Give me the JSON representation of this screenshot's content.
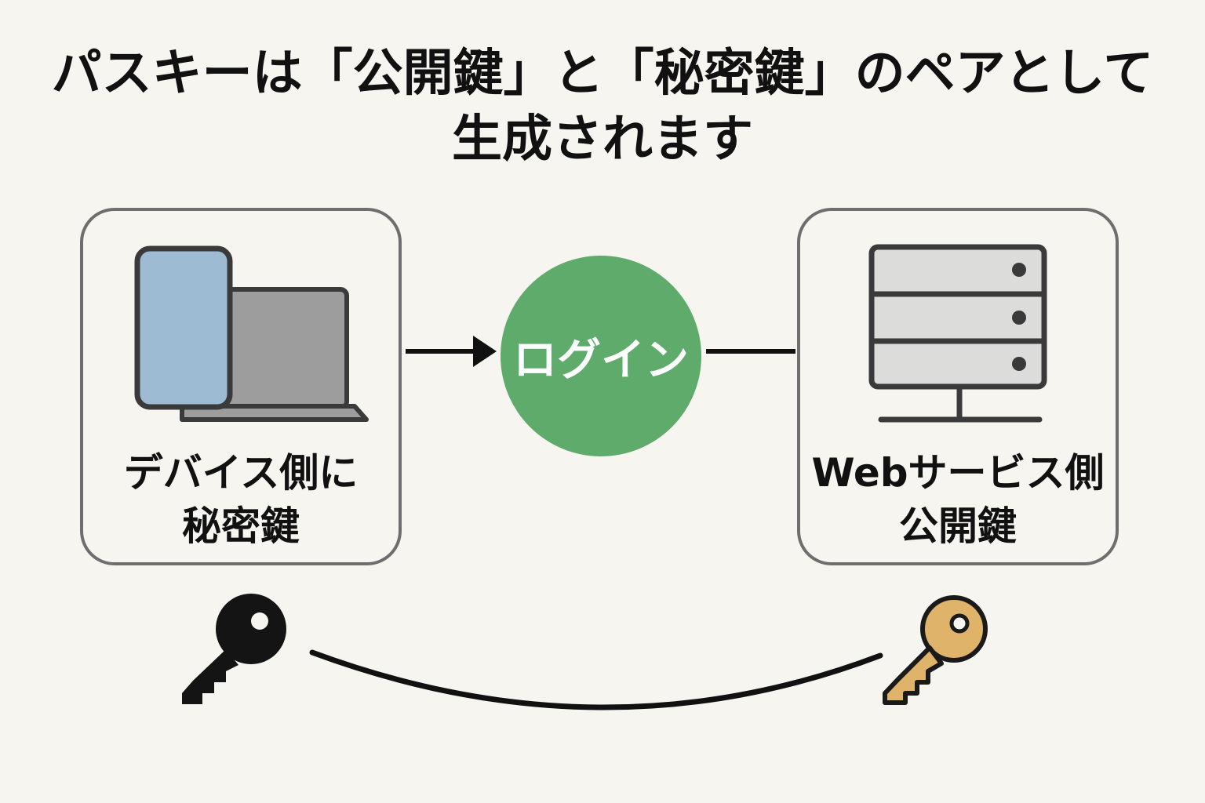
{
  "title": {
    "line1": "パスキーは「公開鍵」と「秘密鍵」のペアとして",
    "line2": "生成されます"
  },
  "device_box": {
    "label_line1": "デバイス側に",
    "label_line2": "秘密鍵",
    "icon": "smartphone-laptop-icon"
  },
  "login": {
    "label": "ログイン",
    "color": "#5eab6c"
  },
  "server_box": {
    "label_line1": "Webサービス側",
    "label_line2": "公開鍵",
    "icon": "server-icon"
  },
  "keys": {
    "private_key_icon": "black-key-icon",
    "private_key_color": "#141414",
    "public_key_icon": "gold-key-icon",
    "public_key_color": "#dfb36a"
  }
}
